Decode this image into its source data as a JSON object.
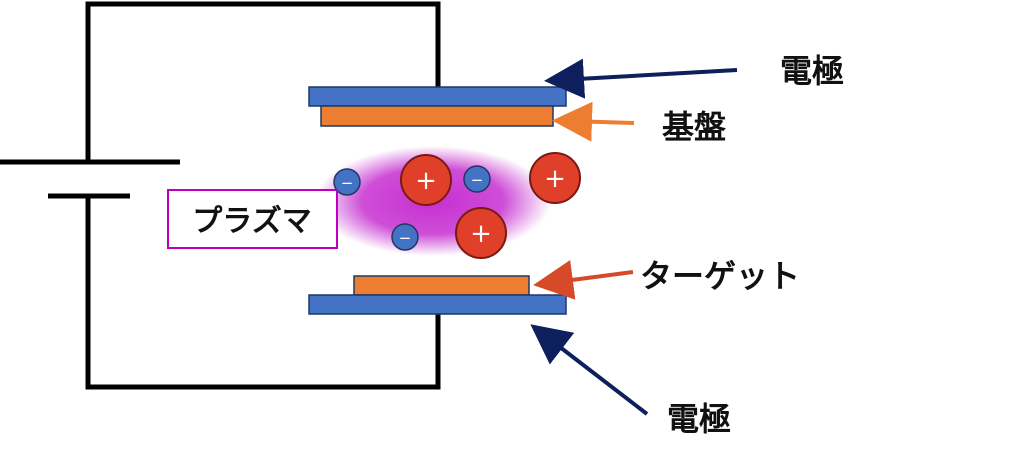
{
  "colors": {
    "circuit": "#000000",
    "electrode": "#4472C4",
    "electrode_stroke": "#1F3864",
    "substrate": "#ED7D31",
    "target": "#ED7D31",
    "plasma": "#C62FD0",
    "plasma_box": "#C000C0",
    "positive_ion": "#E0402A",
    "positive_ion_stroke": "#7A1A10",
    "negative_ion": "#4472C4",
    "arrow_navy": "#0D1F5C",
    "arrow_orange": "#ED7D31",
    "arrow_red": "#D64A2A"
  },
  "labels": {
    "electrode_top": "電極",
    "substrate": "基盤",
    "plasma": "プラズマ",
    "target": "ターゲット",
    "electrode_bottom": "電極"
  },
  "charges": {
    "positive": "+",
    "negative": "−"
  }
}
